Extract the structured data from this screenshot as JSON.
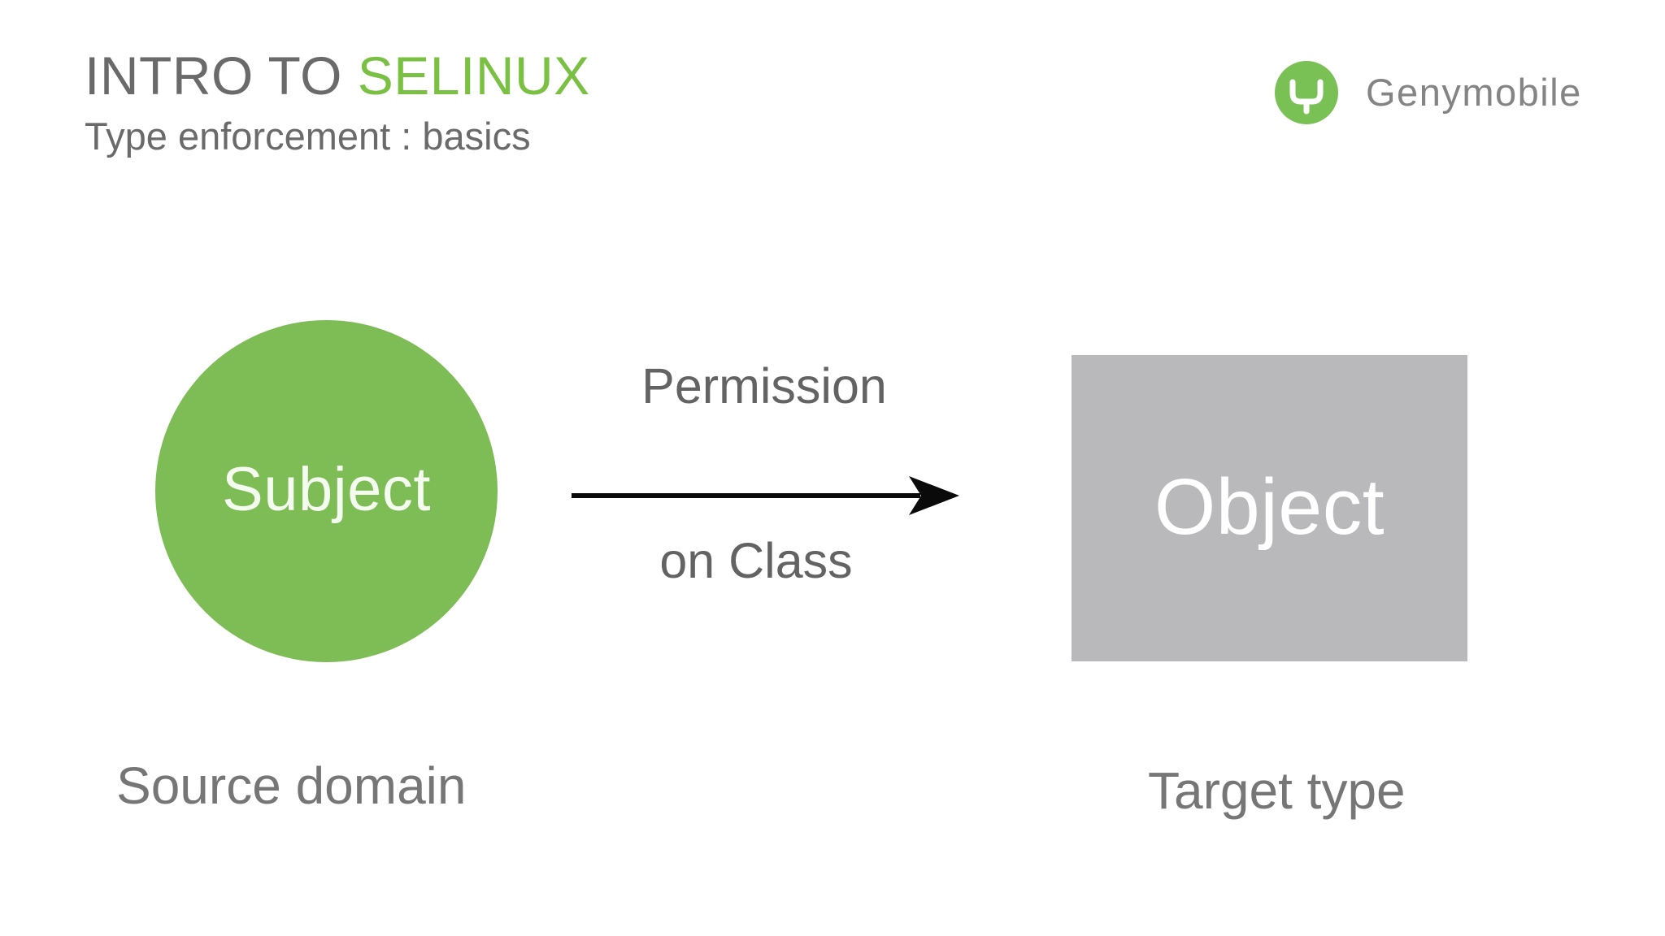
{
  "slide": {
    "title_main": "INTRO TO ",
    "title_accent": "SELINUX",
    "subtitle": "Type enforcement : basics"
  },
  "brand": {
    "name": "Genymobile",
    "logo_icon": "genymobile-goblet-icon"
  },
  "diagram": {
    "subject": {
      "label": "Subject",
      "caption": "Source domain",
      "shape": "circle"
    },
    "object": {
      "label": "Object",
      "caption": "Target type",
      "shape": "rectangle"
    },
    "edge": {
      "label_top": "Permission",
      "label_bottom": "on Class",
      "arrow_icon": "arrow-right-icon",
      "direction": "subject-to-object"
    }
  },
  "colors": {
    "accent_green": "#7ac143",
    "subject_green": "#7ebc55",
    "object_gray": "#b9b9bc",
    "title_gray": "#6a6a6a",
    "caption_gray": "#767676",
    "edge_label_gray": "#636363",
    "arrow_black": "#0a0a0a",
    "brand_gray": "#848484",
    "background": "#ffffff"
  }
}
